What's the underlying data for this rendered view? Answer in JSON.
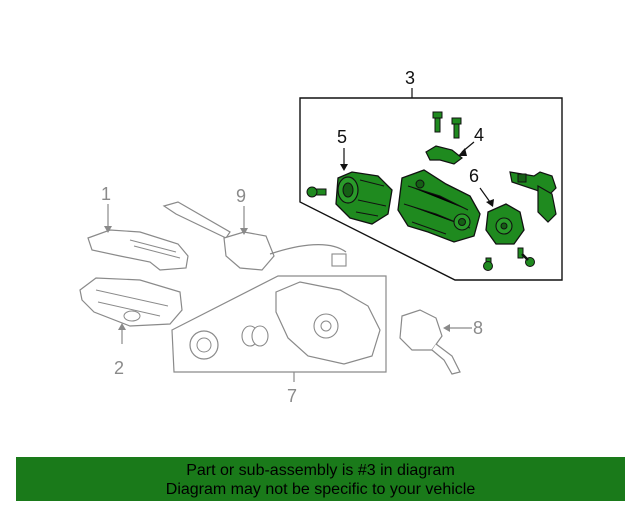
{
  "diagram": {
    "callouts": {
      "c1": "1",
      "c2": "2",
      "c3": "3",
      "c4": "4",
      "c5": "5",
      "c6": "6",
      "c7": "7",
      "c8": "8",
      "c9": "9"
    },
    "colors": {
      "highlight": "#1f8a1f",
      "line_gray": "#8a8a8a",
      "frame_dark": "#111111"
    }
  },
  "banner": {
    "line1": "Part or sub-assembly is #3 in diagram",
    "line2": "Diagram may not be specific to your vehicle",
    "background": "#1a7a1a"
  }
}
